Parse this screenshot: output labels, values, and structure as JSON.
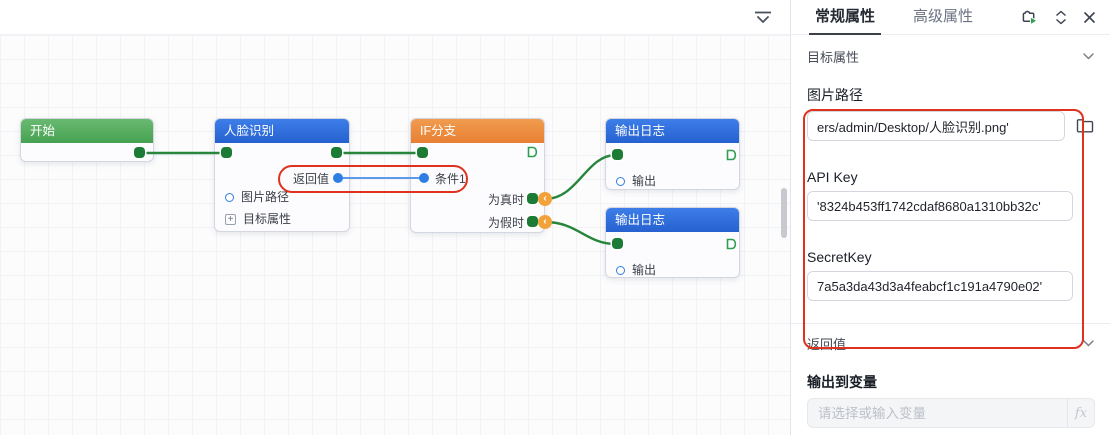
{
  "canvas": {
    "nodes": {
      "start": {
        "title": "开始"
      },
      "face": {
        "title": "人脸识别",
        "return_port": "返回值",
        "row_image": "图片路径",
        "row_target": "目标属性"
      },
      "branch": {
        "title": "IF分支",
        "condition_port": "条件1",
        "true_port": "为真时",
        "false_port": "为假时"
      },
      "log_top": {
        "title": "输出日志",
        "output_row": "输出"
      },
      "log_bottom": {
        "title": "输出日志",
        "output_row": "输出"
      }
    },
    "badge_glyph": "‹"
  },
  "panel": {
    "tabs": {
      "general": "常规属性",
      "advanced": "高级属性"
    },
    "target_section": {
      "title": "目标属性"
    },
    "fields": {
      "image_path": {
        "label": "图片路径",
        "value": "ers/admin/Desktop/人脸识别.png'"
      },
      "api_key": {
        "label": "API Key",
        "value": "'8324b453ff1742cdaf8680a1310bb32c'"
      },
      "secret_key": {
        "label": "SecretKey",
        "value": "7a5a3da43d3a4feabcf1c191a4790e02'"
      }
    },
    "return_section": {
      "title": "返回值"
    },
    "output_var": {
      "label": "输出到变量",
      "placeholder": "请选择或输入变量",
      "fx_label": "fx"
    }
  },
  "colors": {
    "start_header": "#46a251",
    "blue_header": "#2e6fe0",
    "branch_header": "#ee8d3f",
    "edge_green": "#27853c",
    "link_blue": "#5b9bea",
    "port_blue": "#2f7ee3",
    "annotation_red": "#e0311f"
  }
}
